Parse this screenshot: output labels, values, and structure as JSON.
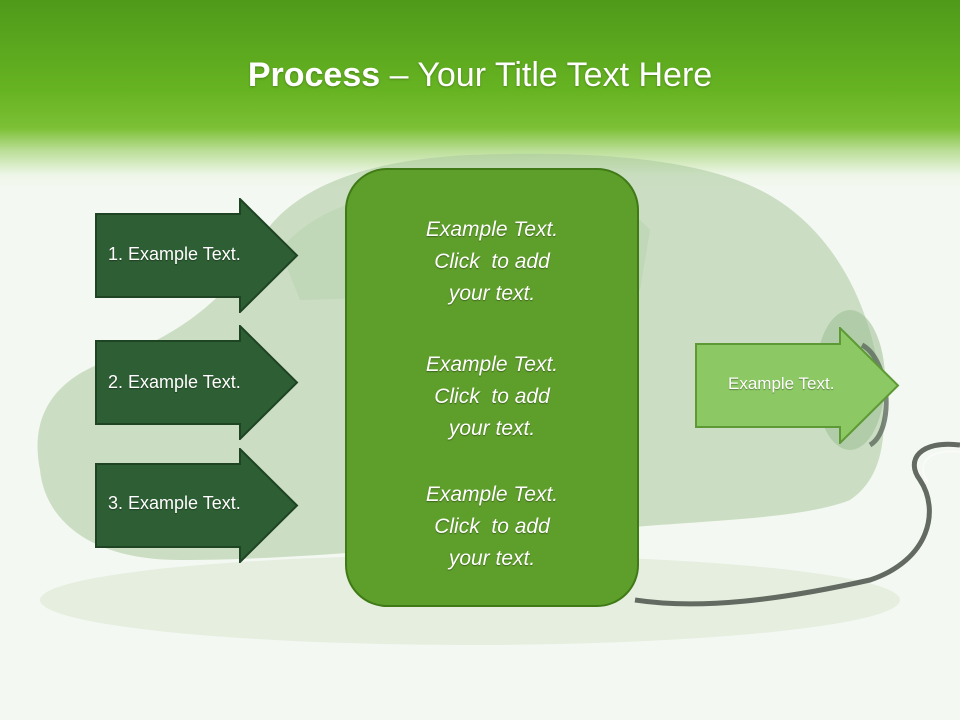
{
  "slide": {
    "title_bold": "Process",
    "title_rest": " – Your Title Text Here"
  },
  "steps": [
    {
      "label": "1. Example Text."
    },
    {
      "label": "2. Example Text."
    },
    {
      "label": "3. Example Text."
    }
  ],
  "center_box": {
    "items": [
      {
        "lines": [
          "Example Text.",
          "Click  to add",
          "your text."
        ]
      },
      {
        "lines": [
          "Example Text.",
          "Click  to add",
          "your text."
        ]
      },
      {
        "lines": [
          "Example Text.",
          "Click  to add",
          "your text."
        ]
      }
    ]
  },
  "result": {
    "label": "Example Text."
  },
  "colors": {
    "header_green": "#66b322",
    "step_arrow_fill": "#2e5e33",
    "center_box_fill": "#5e9e2a",
    "result_arrow_fill": "#8cc863"
  }
}
